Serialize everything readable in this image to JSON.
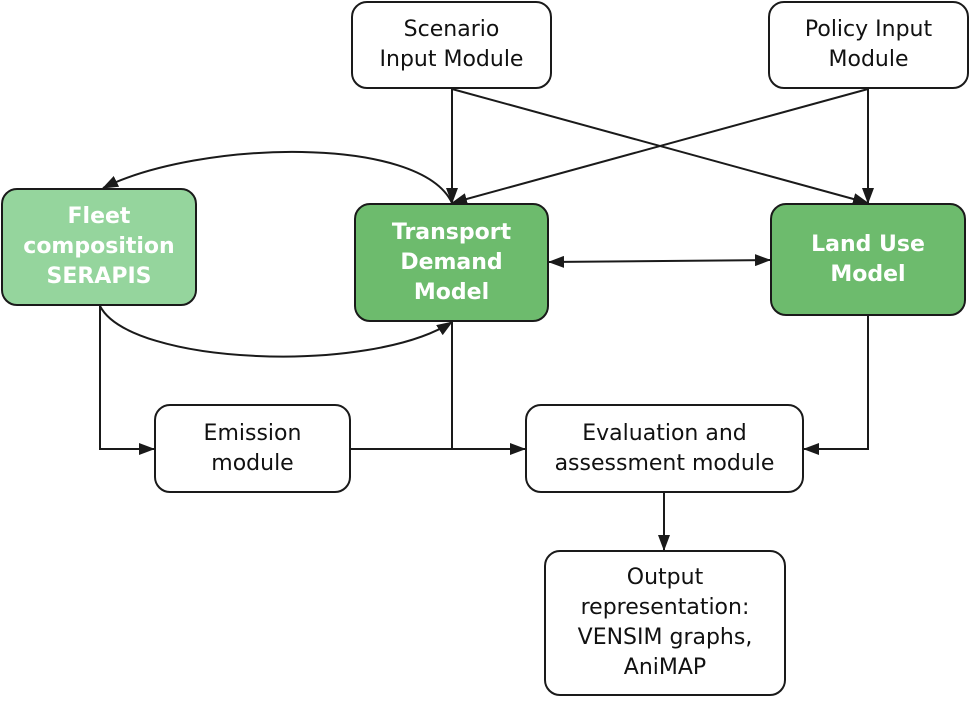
{
  "nodes": {
    "scenario": "Scenario\nInput Module",
    "policy": "Policy Input\nModule",
    "fleet": "Fleet\ncomposition\nSERAPIS",
    "transport": "Transport\nDemand\nModel",
    "landuse": "Land Use\nModel",
    "emission": "Emission\nmodule",
    "evaluation": "Evaluation and\nassessment module",
    "output": "Output\nrepresentation:\nVENSIM graphs,\nAniMAP"
  },
  "colors": {
    "light_green": "#95d59d",
    "dark_green": "#6dbb6d",
    "line": "#1a1a1a"
  },
  "edges": [
    {
      "from": "scenario",
      "to": "transport"
    },
    {
      "from": "scenario",
      "to": "landuse"
    },
    {
      "from": "policy",
      "to": "landuse"
    },
    {
      "from": "policy",
      "to": "transport"
    },
    {
      "from": "transport",
      "to": "landuse",
      "bidirectional": true
    },
    {
      "from": "transport",
      "to": "fleet"
    },
    {
      "from": "fleet",
      "to": "transport"
    },
    {
      "from": "fleet",
      "to": "emission"
    },
    {
      "from": "emission",
      "to": "evaluation"
    },
    {
      "from": "transport",
      "to": "evaluation"
    },
    {
      "from": "landuse",
      "to": "evaluation"
    },
    {
      "from": "evaluation",
      "to": "output"
    }
  ]
}
